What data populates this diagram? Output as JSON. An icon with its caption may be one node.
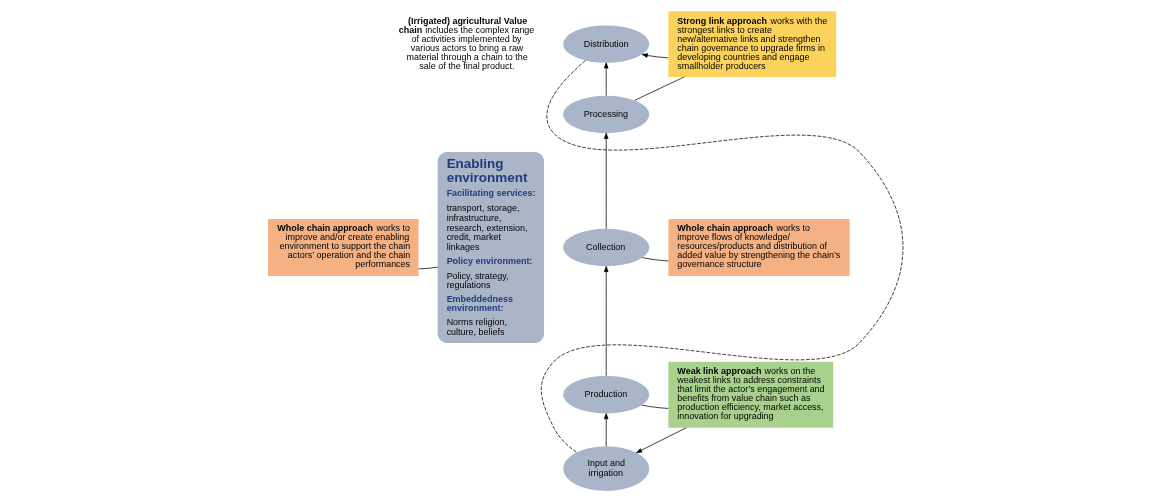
{
  "diagram": {
    "nodes": [
      {
        "text": [
          "**Whole chain approach** works to improve and/or create enabling environment to support the chain actors’ operation and the chain performances"
        ]
      },
      {
        "text": [
          "Enabling environment",
          "Facilitating services:",
          "transport, storage, infrastructure, research, extension, credit, market linkages",
          "Policy environment:",
          "Policy, strategy, regulations",
          "Embeddedness environment:",
          "Norms religion, culture, beliefs"
        ]
      },
      {
        "text": [
          "Distribution"
        ]
      },
      {
        "text": [
          "Processing"
        ]
      },
      {
        "text": [
          "Collection"
        ]
      },
      {
        "text": [
          "Production"
        ]
      },
      {
        "text": [
          "Input and irrigation"
        ]
      },
      {
        "text": [
          "**Strong link approach** works with the strongest links to create new/alternative links and strengthen chain governance to upgrade firms in developing countries and engage smallholder producers"
        ]
      },
      {
        "text": [
          "**Whole chain approach** works to improve flows of knowledge/ resources/products and distribution of added value by strengthening the chain’s governance structure"
        ]
      },
      {
        "text": [
          "**Weak link approach** works on the weakest links to address constraints that limit the actor’s engagement and benefits from value chain such as production efficiency, market access, innovation for upgrading"
        ]
      }
    ],
    "edges": [
      {
        "from": 0,
        "to": 1,
        "arrow": "none"
      },
      {
        "from": 3,
        "to": 2,
        "arrow": "to"
      },
      {
        "from": 4,
        "to": 3,
        "arrow": "to"
      },
      {
        "from": 5,
        "to": 4,
        "arrow": "to"
      },
      {
        "from": 6,
        "to": 5,
        "arrow": "to"
      },
      {
        "from": 7,
        "to": 2,
        "arrow": "to"
      },
      {
        "from": 7,
        "to": 3,
        "arrow": "none"
      },
      {
        "from": 4,
        "to": 8,
        "arrow": "none"
      },
      {
        "from": 9,
        "to": 5,
        "arrow": "none"
      },
      {
        "from": 9,
        "to": 6,
        "arrow": "to"
      },
      {
        "from": 2,
        "to": 6,
        "arrow": "none",
        "style": "dashed"
      }
    ],
    "labels": [
      "**(Irrigated) agricultural Value chain** includes the complex range of activities implemented by various actors to bring a raw material through a chain to the sale of the final product."
    ]
  }
}
